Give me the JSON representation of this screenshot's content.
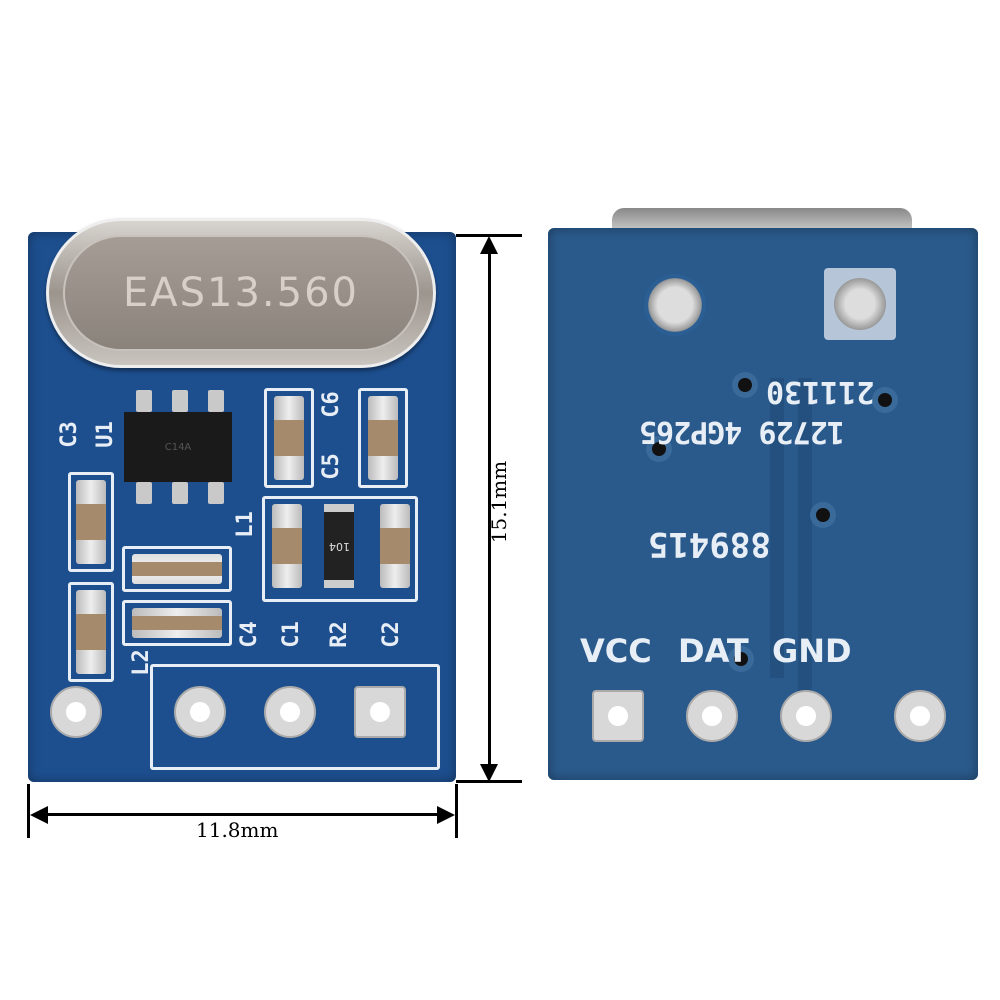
{
  "front": {
    "crystal_label": "EAS13.560",
    "ic_label": "C14A",
    "resistor_label": "104",
    "silkscreen": [
      "C3",
      "U1",
      "C6",
      "C5",
      "L1",
      "L2",
      "C4",
      "C1",
      "R2",
      "C2"
    ]
  },
  "back": {
    "code_line1": "211130",
    "code_line2": "12729 4GP265",
    "code_line3": "889415",
    "pins": [
      "VCC",
      "DAT",
      "GND"
    ]
  },
  "dimensions": {
    "height": "15.1mm",
    "width": "11.8mm"
  }
}
